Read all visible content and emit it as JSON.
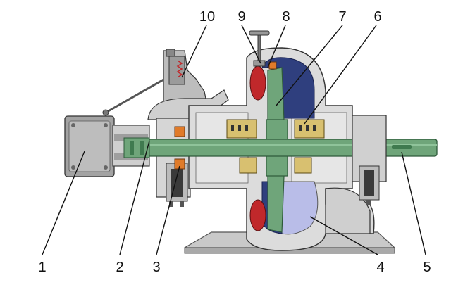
{
  "callouts": [
    {
      "id": "1",
      "label": "1"
    },
    {
      "id": "2",
      "label": "2"
    },
    {
      "id": "3",
      "label": "3"
    },
    {
      "id": "4",
      "label": "4"
    },
    {
      "id": "5",
      "label": "5"
    },
    {
      "id": "6",
      "label": "6"
    },
    {
      "id": "7",
      "label": "7"
    },
    {
      "id": "8",
      "label": "8"
    },
    {
      "id": "9",
      "label": "9"
    },
    {
      "id": "10",
      "label": "10"
    }
  ],
  "colors": {
    "housing": "#d8d8d8",
    "housing_dark": "#9a9a9a",
    "shaft": "#6fa57a",
    "shaft_dark": "#3f7a4f",
    "blue_chamber": "#2f3f7e",
    "light_chamber": "#b9bde8",
    "red_part": "#c0282b",
    "bearing": "#e07b2a",
    "label_text": "#111111"
  }
}
